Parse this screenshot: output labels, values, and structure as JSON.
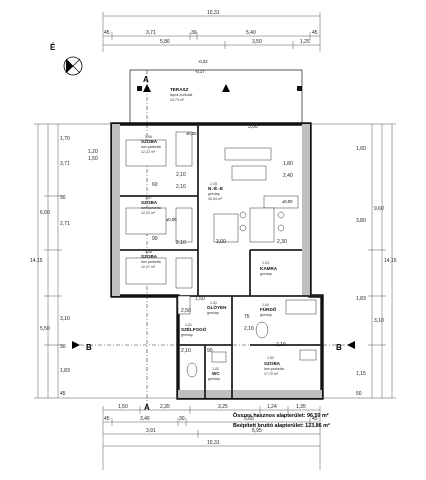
{
  "north_label": "É",
  "dims_top": {
    "overall": "10,31",
    "row2": [
      "45",
      "3,71",
      "30",
      "5,40",
      "45"
    ],
    "row3": [
      "5,86",
      "3,50",
      "1,25"
    ]
  },
  "dims_bottom": {
    "row1": [
      "1,50",
      "2,35",
      "3,25",
      "1,24",
      "1,35"
    ],
    "row2": [
      "45",
      "3,46",
      "30",
      "5,65",
      "45"
    ],
    "row3": [
      "3,91",
      "5,95"
    ],
    "overall": "10,31"
  },
  "dims_left": [
    "1,70",
    "3,71",
    "30",
    "2,71",
    "6,60",
    "14,15",
    "5,50",
    "3,10",
    "30",
    "1,83",
    "45"
  ],
  "dims_right": [
    "1,60",
    "9,60",
    "3,80",
    "14,15",
    "1,83",
    "3,10",
    "1,15",
    "50"
  ],
  "terrace": {
    "label": "TERASZ",
    "sub": "lapos burkolat",
    "area": "24,73 m²",
    "level": "-0,17",
    "level2": "-0,32"
  },
  "rooms": [
    {
      "num": "1.06",
      "name": "SZOBA",
      "sub": "lam.parketta",
      "area": "12,22 m²"
    },
    {
      "num": "1.07",
      "name": "SZOBA",
      "sub": "lam.parketta",
      "area": "12,22 m²"
    },
    {
      "num": "1.08",
      "name": "SZOBA",
      "sub": "lam.parketta",
      "area": "12,27 m²"
    },
    {
      "num": "1.05",
      "name": "N.-É.-E",
      "sub": "greslap",
      "area": "30,54 m²"
    },
    {
      "num": "1.03",
      "name": "KAMRA",
      "sub": "greslap",
      "area": ""
    },
    {
      "num": "1.04",
      "name": "FÜRDŐ",
      "sub": "greslap",
      "area": ""
    },
    {
      "num": "1.01",
      "name": "SZÉLFOGÓ",
      "sub": "greslap",
      "area": ""
    },
    {
      "num": "1.02",
      "name": "WC",
      "sub": "greslap",
      "area": ""
    },
    {
      "num": "1.01",
      "name": "GLÓYEH",
      "sub": "greslap",
      "area": ""
    },
    {
      "num": "1.02",
      "name": "SZOBA",
      "sub": "lam.parketta",
      "area": "17,70 m²"
    }
  ],
  "inner_dims": [
    "2,10",
    "60",
    "2,10",
    "90",
    "2,10",
    "3,00",
    "1,80",
    "2,40",
    "2,30",
    "3,00",
    "1,50",
    "2,50",
    "75",
    "2,10",
    "90",
    "2,10",
    "2,10",
    "1,20",
    "1,50"
  ],
  "levels": [
    "±0,00",
    "±0,00",
    "±0,00"
  ],
  "sections": [
    "A",
    "A",
    "B",
    "B"
  ],
  "summary": {
    "line1": "Összes hasznos alapterület: 96,59 m²",
    "line2": "Beépített bruttó alapterület: 123,86 m²"
  }
}
